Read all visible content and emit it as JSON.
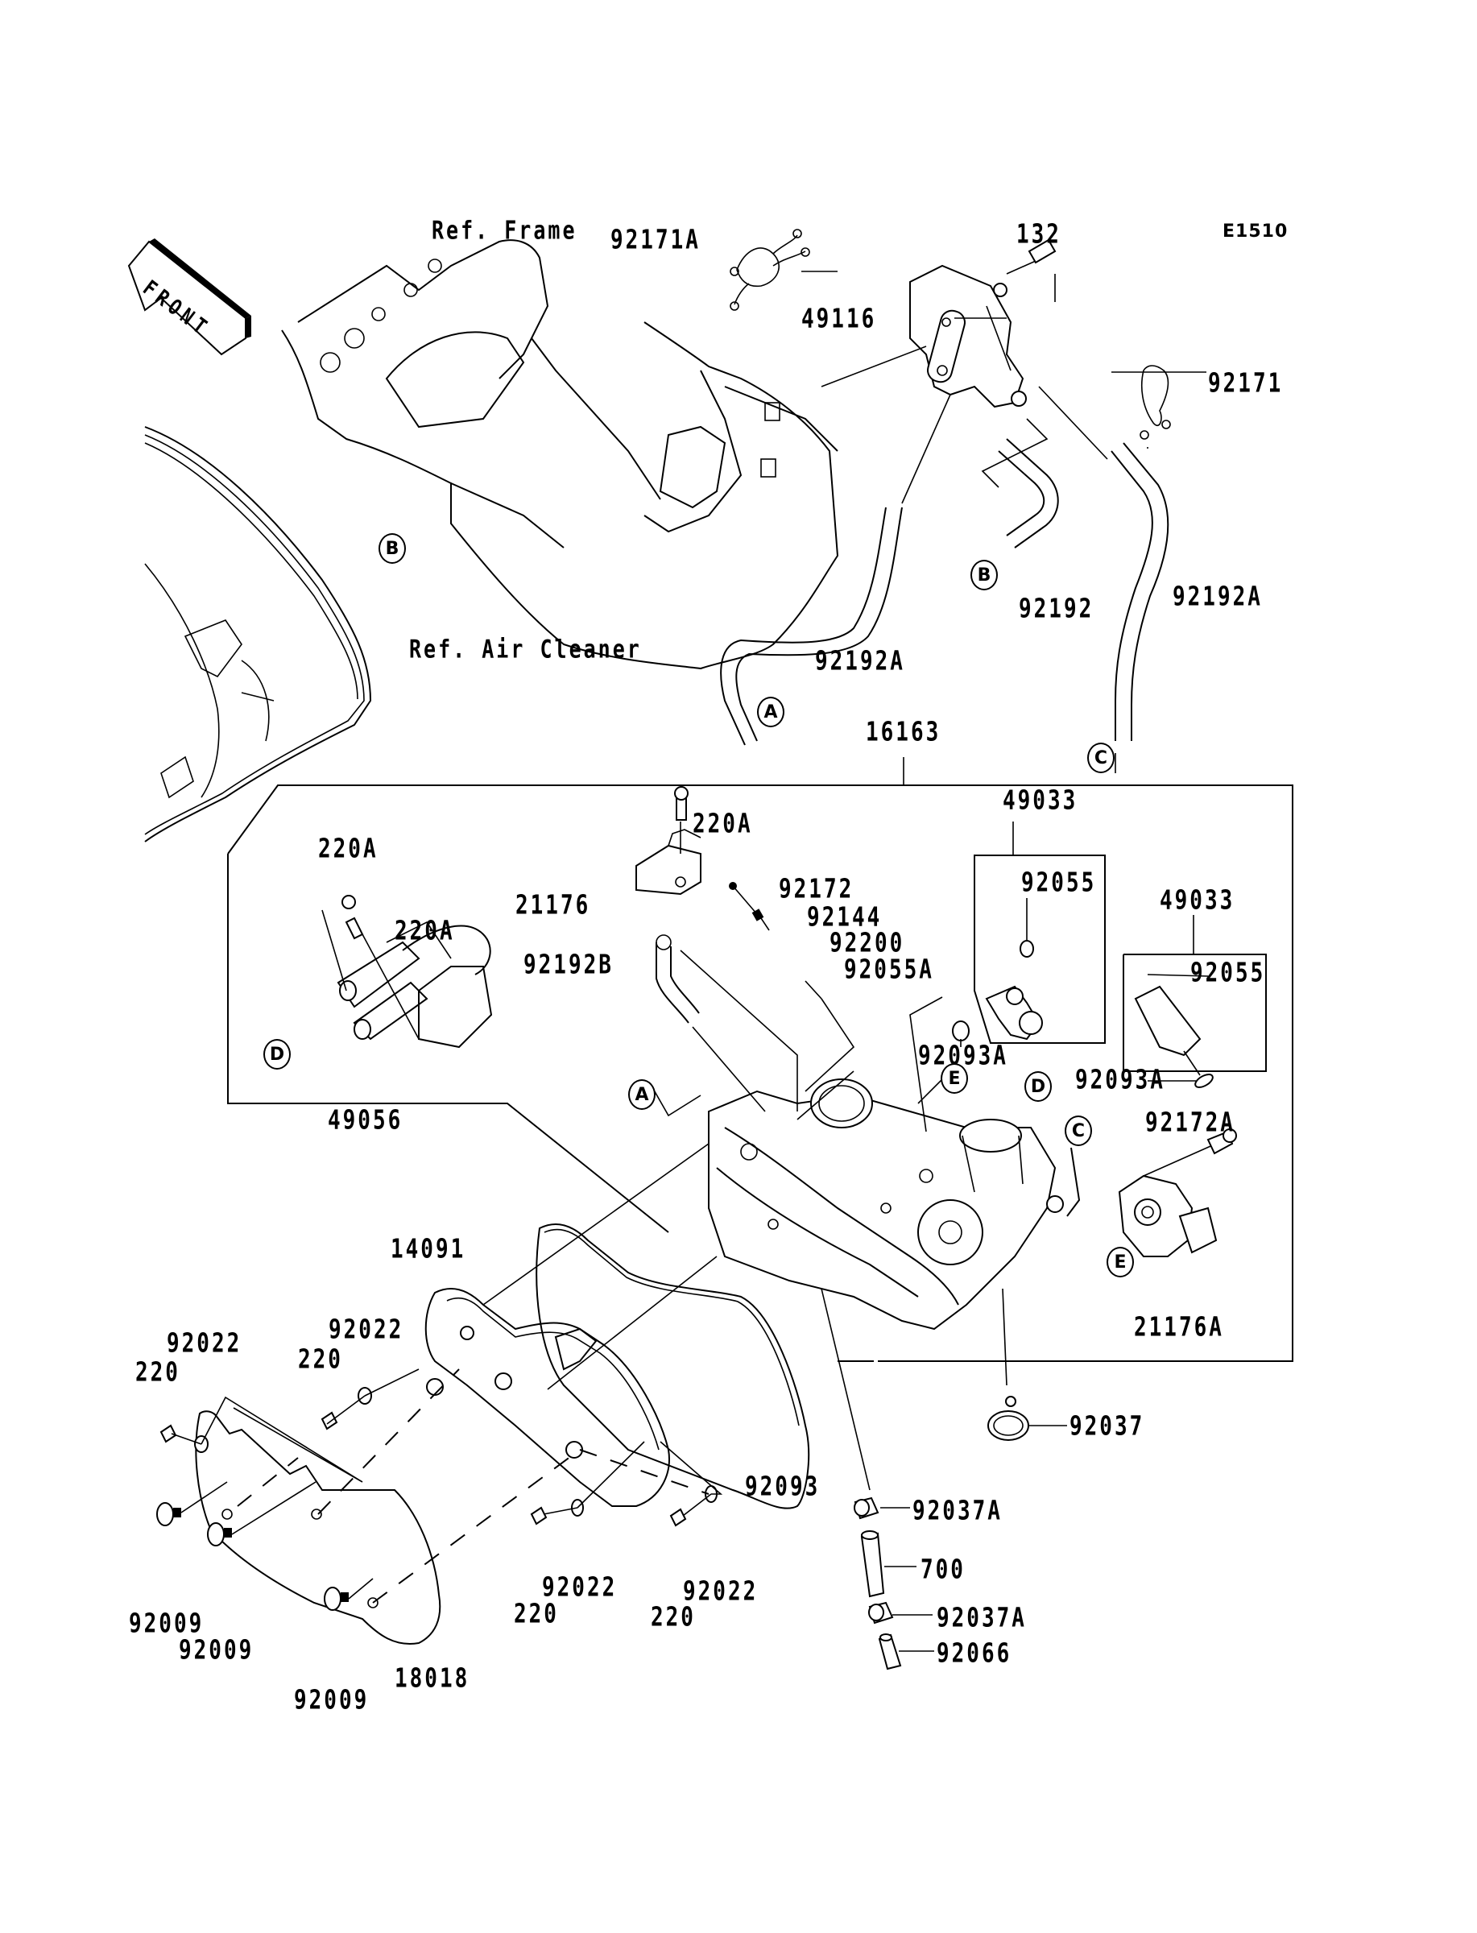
{
  "diagram": {
    "code": "E1510",
    "front_arrow": "FRONT",
    "references": {
      "frame": "Ref. Frame",
      "air_cleaner": "Ref. Air Cleaner"
    },
    "connectors": [
      "A",
      "B",
      "C",
      "D",
      "E"
    ],
    "parts": {
      "p92171A": "92171A",
      "p49116": "49116",
      "p132": "132",
      "p92171": "92171",
      "p92192A_left": "92192A",
      "p92192": "92192",
      "p92192A_right": "92192A",
      "p16163": "16163",
      "p49033_a": "49033",
      "p92055_a": "92055",
      "p49033_b": "49033",
      "p92055_b": "92055",
      "p92093A_a": "92093A",
      "p92093A_b": "92093A",
      "p220A_top": "220A",
      "p220A_left": "220A",
      "p220A_mid": "220A",
      "p21176": "21176",
      "p92172": "92172",
      "p92144": "92144",
      "p92200": "92200",
      "p92055A": "92055A",
      "p92192B": "92192B",
      "p49056": "49056",
      "p92172A": "92172A",
      "p21176A": "21176A",
      "p14091": "14091",
      "p92022_a": "92022",
      "p92022_b": "92022",
      "p92022_c": "92022",
      "p92022_d": "92022",
      "p220_a": "220",
      "p220_b": "220",
      "p220_c": "220",
      "p220_d": "220",
      "p92093": "92093",
      "p92037": "92037",
      "p92037A_a": "92037A",
      "p700": "700",
      "p92037A_b": "92037A",
      "p92066": "92066",
      "p92009_a": "92009",
      "p92009_b": "92009",
      "p92009_c": "92009",
      "p18018": "18018"
    }
  }
}
